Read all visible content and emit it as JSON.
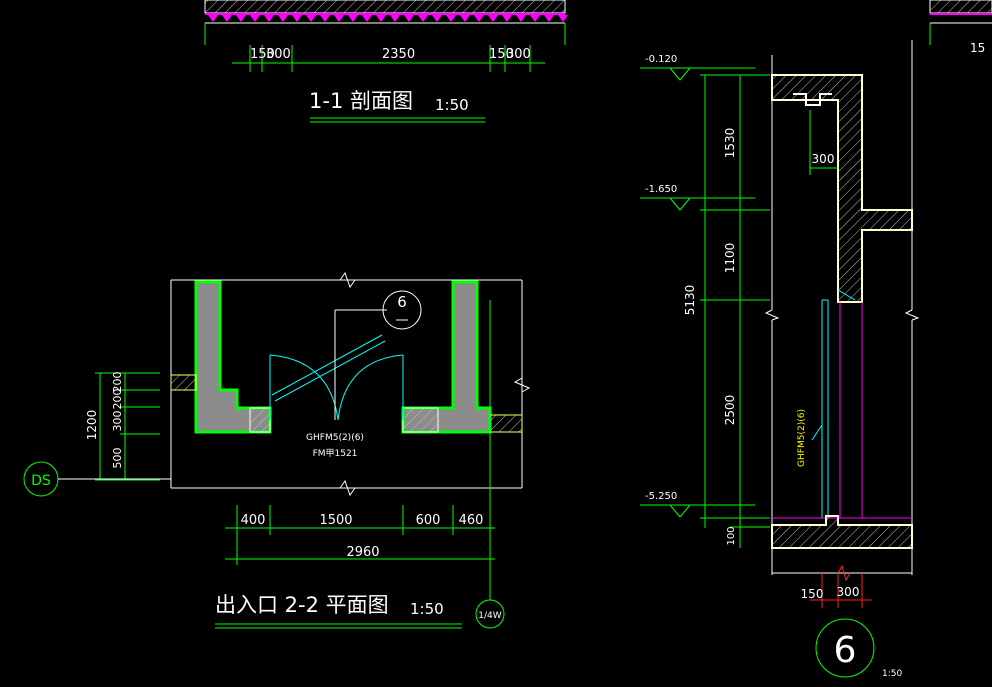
{
  "colors": {
    "background": "#000000",
    "dimension": "#ffffff",
    "extension": "#00ff00",
    "wall_outline": "#00ff00",
    "wall_fill": "#8c8c8c",
    "hatch": "#bfbfbf",
    "door": "#00ffff",
    "magenta": "#ff00ff",
    "yellow": "#ffff00",
    "red": "#ff2020"
  },
  "section_1_1": {
    "dims": [
      "150",
      "300",
      "2350",
      "150",
      "300"
    ],
    "title": "1-1  剖面图",
    "scale": "1:50"
  },
  "plan_2_2": {
    "left_dims": [
      "1200",
      "300",
      "200",
      "200",
      "500"
    ],
    "grid_axis": "DS",
    "marker": "6",
    "door_code": "GHFM5(2)(6)",
    "door_sub": "FM甲1521",
    "bottom_dims": [
      "400",
      "1500",
      "600",
      "460"
    ],
    "total_dim": "2960",
    "title": "出入口 2-2  平面图",
    "scale": "1:50",
    "axis_bottom": "1/4W"
  },
  "detail_6": {
    "levels": [
      "-0.120",
      "-1.650",
      "-5.250"
    ],
    "total": "5130",
    "segments": [
      "1530",
      "1100",
      "2500",
      "100"
    ],
    "inner_dim": "300",
    "door_code": "GHFM5(2)(6)",
    "bottom_dims": [
      "150",
      "300"
    ],
    "marker": "6",
    "scale": "1:50"
  },
  "edge_fragment": "15"
}
